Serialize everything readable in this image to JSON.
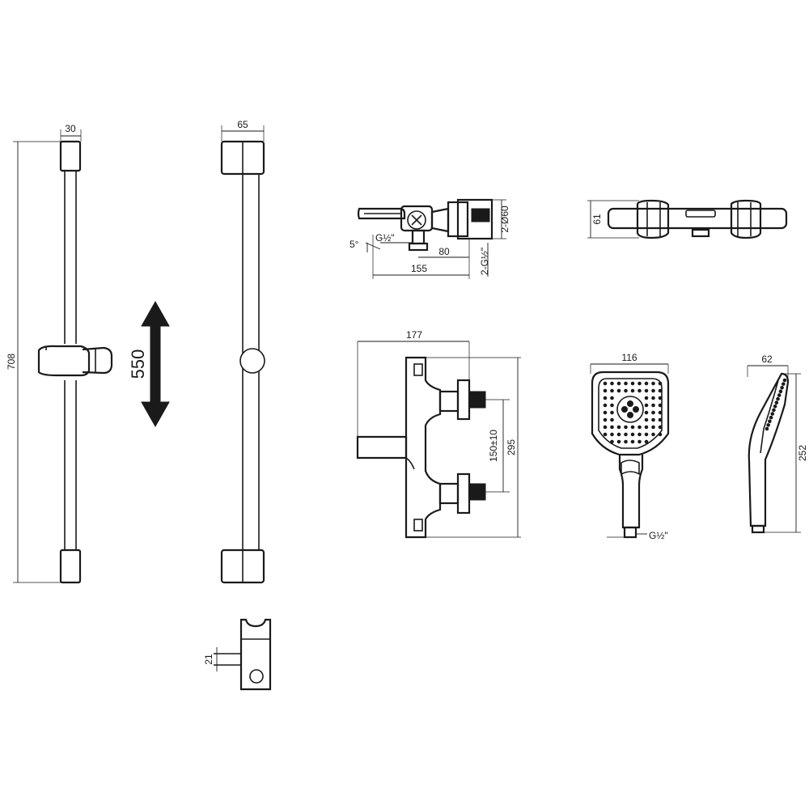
{
  "dimensions": {
    "rail_width": "30",
    "rail_depth": "65",
    "rail_length": "708",
    "slider_travel": "550",
    "bracket_depth": "21",
    "valve_side_height": "2-Ø60",
    "valve_side_thread": "G½\"",
    "valve_side_angle": "5°",
    "valve_side_80": "80",
    "valve_side_155": "155",
    "valve_side_inlets": "2-G½\"",
    "valve_top_61": "61",
    "valve_front_177": "177",
    "valve_front_150": "150±10",
    "valve_front_295": "295",
    "handshower_width": "116",
    "handshower_thread": "G½\"",
    "handshower_depth": "62",
    "handshower_length": "252"
  }
}
